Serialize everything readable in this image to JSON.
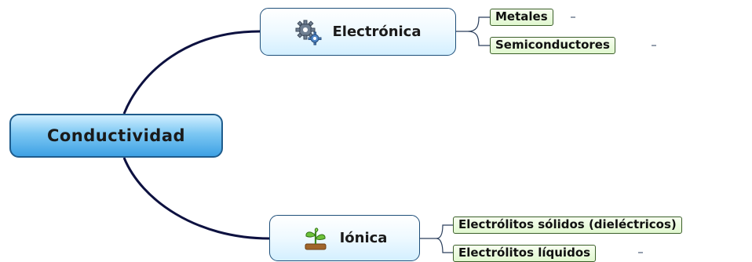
{
  "diagram": {
    "root": {
      "label": "Conductividad"
    },
    "branches": [
      {
        "label": "Electrónica",
        "icon": "gears-icon",
        "children": [
          "Metales",
          "Semiconductores"
        ]
      },
      {
        "label": "Iónica",
        "icon": "seedling-icon",
        "children": [
          "Electrólitos sólidos (dieléctricos)",
          "Electrólitos líquidos"
        ]
      }
    ]
  },
  "colors": {
    "root_fill": "#3ea1e4",
    "root_border": "#1f5c8c",
    "branch_fill": "#d3efff",
    "branch_border": "#1f4f7a",
    "leaf_fill": "#e0f7cf",
    "leaf_border": "#3c5f2a",
    "connector": "#0d1140"
  }
}
